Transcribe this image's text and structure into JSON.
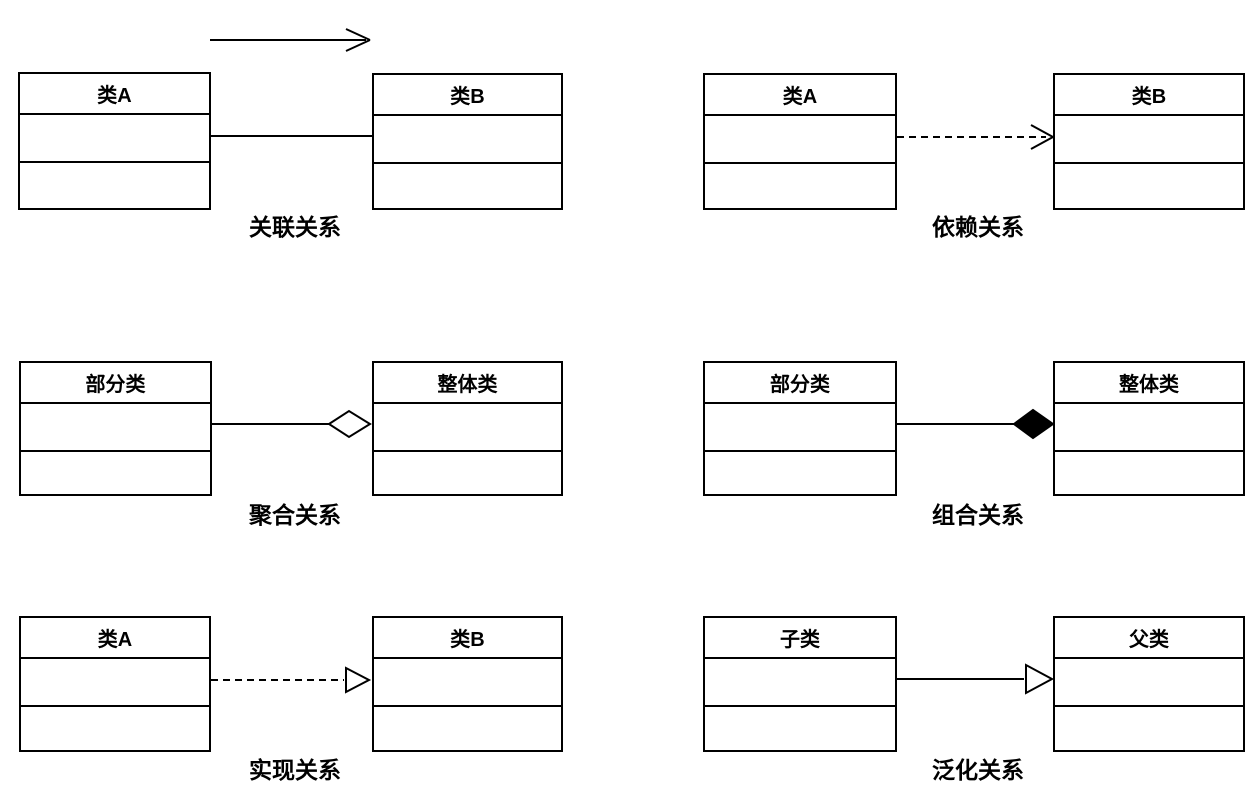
{
  "diagram": {
    "background_color": "#ffffff",
    "stroke_color": "#000000",
    "box_fill_color": "#ffffff",
    "panels": [
      {
        "id": "association",
        "label": "关联关系",
        "left_class": "类A",
        "right_class": "类B",
        "line_style": "solid",
        "marker": "open-arrow-symbol-above"
      },
      {
        "id": "dependency",
        "label": "依赖关系",
        "left_class": "类A",
        "right_class": "类B",
        "line_style": "dashed",
        "marker": "open-arrowhead"
      },
      {
        "id": "aggregation",
        "label": "聚合关系",
        "left_class": "部分类",
        "right_class": "整体类",
        "line_style": "solid",
        "marker": "hollow-diamond"
      },
      {
        "id": "composition",
        "label": "组合关系",
        "left_class": "部分类",
        "right_class": "整体类",
        "line_style": "solid",
        "marker": "filled-diamond"
      },
      {
        "id": "realization",
        "label": "实现关系",
        "left_class": "类A",
        "right_class": "类B",
        "line_style": "dashed",
        "marker": "hollow-triangle"
      },
      {
        "id": "generalization",
        "label": "泛化关系",
        "left_class": "子类",
        "right_class": "父类",
        "line_style": "solid",
        "marker": "hollow-triangle"
      }
    ]
  }
}
